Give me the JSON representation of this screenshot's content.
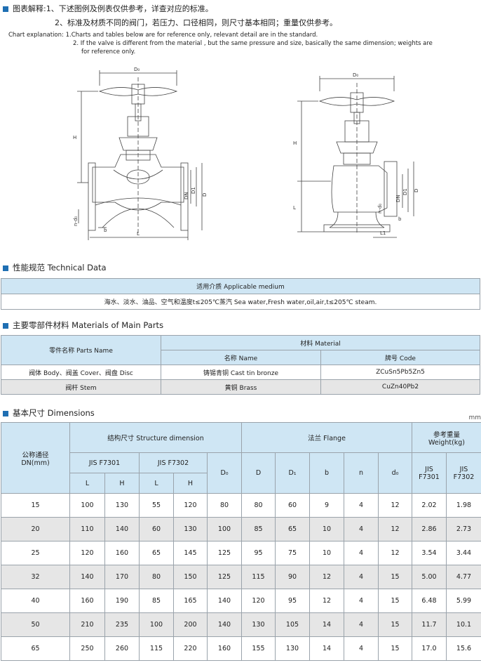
{
  "notes": {
    "cn_line1": "图表解释:1、下述图例及例表仅供参考，详查对应的标准。",
    "cn_line2": "2、标准及材质不同的阀门，若压力、口径相同，则尺寸基本相同；重量仅供参考。",
    "en_line1": "Chart explanation:  1.Charts and tables below are for reference only, relevant detail are in the standard.",
    "en_line2": "2. If the valve is different from the material , but the same pressure and size, basically the same dimension; weights are",
    "en_line3": "for reference only."
  },
  "drawing_labels": {
    "do": "D₀",
    "h": "H",
    "l": "L",
    "dn": "DN",
    "d1": "D1",
    "d": "D",
    "b": "b",
    "nd": "n-d₀",
    "l1": "L1"
  },
  "tech": {
    "title": "性能规范 Technical  Data",
    "header": "适用介质 Applicable medium",
    "value": "海水、淡水、油品、空气和温度t≤205℃蒸汽 Sea water,Fresh water,oil,air,t≤205℃ steam."
  },
  "materials": {
    "title": "主要零部件材料 Materials of Main Parts",
    "col_part": "零件名称 Parts Name",
    "col_material": "材料 Material",
    "col_name": "名称 Name",
    "col_code": "牌号 Code",
    "rows": [
      {
        "part": "阀体 Body、阀盖 Cover、阀盘 Disc",
        "name": "铸锡青铜 Cast tin bronze",
        "code": "ZCuSn5Pb5Zn5"
      },
      {
        "part": "阀杆 Stem",
        "name": "黄铜 Brass",
        "code": "CuZn40Pb2"
      }
    ]
  },
  "dimensions": {
    "title": "基本尺寸 Dimensions",
    "unit": "mm",
    "h_dn": "公称通径\nDN(mm)",
    "h_struct": "结构尺寸 Structure dimension",
    "h_flange": "法兰 Flange",
    "h_weight": "参考重量\nWeight(kg)",
    "h_jis1": "JIS  F7301",
    "h_jis2": "JIS  F7302",
    "h_L": "L",
    "h_H": "H",
    "h_Do": "D₀",
    "h_D": "D",
    "h_D1": "D₁",
    "h_b": "b",
    "h_n": "n",
    "h_d0": "d₀",
    "h_w1": "JIS\nF7301",
    "h_w2": "JIS\nF7302",
    "rows": [
      [
        "15",
        "100",
        "130",
        "55",
        "120",
        "80",
        "80",
        "60",
        "9",
        "4",
        "12",
        "2.02",
        "1.98"
      ],
      [
        "20",
        "110",
        "140",
        "60",
        "130",
        "100",
        "85",
        "65",
        "10",
        "4",
        "12",
        "2.86",
        "2.73"
      ],
      [
        "25",
        "120",
        "160",
        "65",
        "145",
        "125",
        "95",
        "75",
        "10",
        "4",
        "12",
        "3.54",
        "3.44"
      ],
      [
        "32",
        "140",
        "170",
        "80",
        "150",
        "125",
        "115",
        "90",
        "12",
        "4",
        "15",
        "5.00",
        "4.77"
      ],
      [
        "40",
        "160",
        "190",
        "85",
        "165",
        "140",
        "120",
        "95",
        "12",
        "4",
        "15",
        "6.48",
        "5.99"
      ],
      [
        "50",
        "210",
        "235",
        "100",
        "200",
        "140",
        "130",
        "105",
        "14",
        "4",
        "15",
        "11.7",
        "10.1"
      ],
      [
        "65",
        "250",
        "260",
        "115",
        "220",
        "160",
        "155",
        "130",
        "14",
        "4",
        "15",
        "17.0",
        "15.6"
      ]
    ]
  }
}
